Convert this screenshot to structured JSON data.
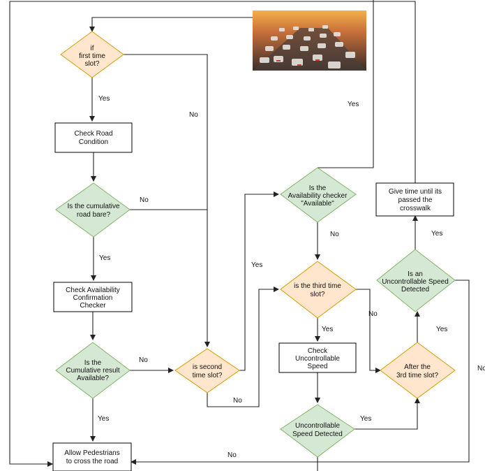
{
  "colors": {
    "decision_green": "#d5e8d4",
    "decision_green_stroke": "#82b366",
    "decision_orange": "#ffe6cc",
    "decision_orange_stroke": "#d79b00",
    "process_fill": "#ffffff",
    "process_stroke": "#000000",
    "line": "#222222"
  },
  "photo": {
    "icon": "traffic-photo"
  },
  "nodes": {
    "first_slot": [
      "if",
      "first time",
      "slot?"
    ],
    "check_road": [
      "Check Road",
      "Condition"
    ],
    "road_bare": [
      "Is the cumulative",
      "road bare?"
    ],
    "check_avail": [
      "Check Availability",
      "Confirmation",
      "Checker"
    ],
    "cum_result": [
      "Is the",
      "Cumulative result",
      "Available?"
    ],
    "allow_ped": [
      "Allow Pedestrians",
      "to cross the road"
    ],
    "second_slot": [
      "is second",
      "time slot?"
    ],
    "avail_checker": [
      "Is the",
      "Availability checker",
      "\"Available\""
    ],
    "third_slot": [
      "is the third time",
      "slot?"
    ],
    "check_speed": [
      "Check",
      "Uncontrollable",
      "Speed"
    ],
    "speed_detected": [
      "Uncontrollable",
      "Speed Detected"
    ],
    "after_third": [
      "After the",
      "3rd time slot?"
    ],
    "uncontrol_detected": [
      "Is an",
      "Uncontrollable Speed",
      "Detected"
    ],
    "give_time": [
      "Give time until its",
      "passed the",
      "crosswalk"
    ]
  },
  "edges": {
    "yes_first": "Yes",
    "no_first": "No",
    "no_road": "No",
    "yes_road": "Yes",
    "no_cum": "No",
    "yes_cum": "Yes",
    "no_second": "No",
    "yes_second": "Yes",
    "yes_top": "Yes",
    "no_avail": "No",
    "yes_third": "Yes",
    "no_third": "No",
    "yes_speed": "Yes",
    "no_speed": "No",
    "yes_after": "Yes",
    "yes_uncontrol": "Yes",
    "no_uncontrol": "No"
  }
}
